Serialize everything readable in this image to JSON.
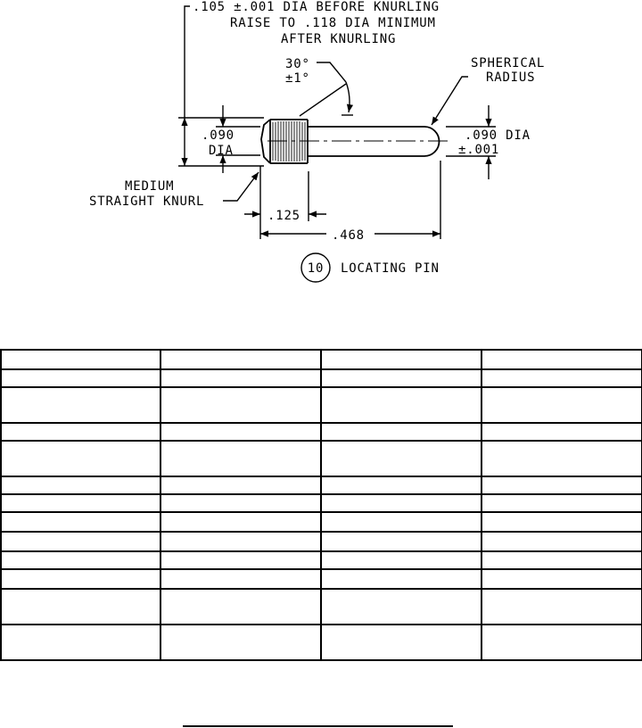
{
  "drawing": {
    "note_line1": ".105 ±.001 DIA BEFORE KNURLING",
    "note_line2": "RAISE TO .118 DIA MINIMUM",
    "note_line3": "AFTER KNURLING",
    "angle": "30°",
    "angle_tol": "±1°",
    "spherical": "SPHERICAL",
    "radius": "RADIUS",
    "left_dia_value": ".090",
    "left_dia_label": "DIA",
    "right_dia": ".090 DIA",
    "right_dia_tol": "±.001",
    "knurl_line1": "MEDIUM",
    "knurl_line2": "STRAIGHT KNURL",
    "dim_knurl": ".125",
    "dim_length": ".468",
    "item_number": "10",
    "part_name": "LOCATING PIN"
  },
  "table": {
    "columns": 4,
    "row_heights": [
      22,
      20,
      40,
      20,
      40,
      20,
      20,
      22,
      22,
      20,
      22,
      40,
      40
    ]
  }
}
